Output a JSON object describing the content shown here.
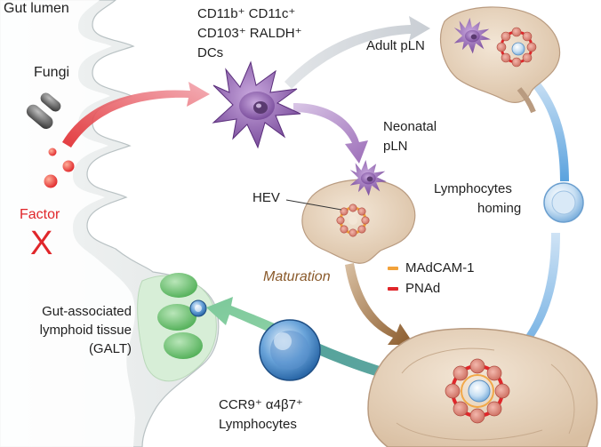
{
  "labels": {
    "gut_lumen": "Gut lumen",
    "fungi": "Fungi",
    "factor": "Factor",
    "factor_x": "X",
    "dc_line1": "CD11b⁺  CD11c⁺",
    "dc_line2": "CD103⁺  RALDH⁺",
    "dc_line3": "DCs",
    "adult_pln": "Adult pLN",
    "neonatal_line1": "Neonatal",
    "neonatal_line2": "pLN",
    "hev": "HEV",
    "maturation": "Maturation",
    "homing_line1": "Lymphocytes",
    "homing_line2": "homing",
    "galt_line1": "Gut-associated",
    "galt_line2": "lymphoid tissue",
    "galt_line3": "(GALT)",
    "ccr9_line1": "CCR9⁺  α4β7⁺",
    "ccr9_line2": "Lymphocytes"
  },
  "legend": [
    {
      "label": "MAdCAM-1",
      "color": "#f2a23a"
    },
    {
      "label": "PNAd",
      "color": "#e0262a"
    }
  ],
  "colors": {
    "gut_wall": "#e9ecec",
    "factor_red": "#e0262a",
    "dc_purple": "#8b5ca8",
    "lymph_node": "#e8d3bd",
    "lymph_node_edge": "#b99b80",
    "lymphocyte_blue": "#4a86c8",
    "galt_green": "#5cb85c",
    "maturation_brown": "#8a5a2b"
  }
}
